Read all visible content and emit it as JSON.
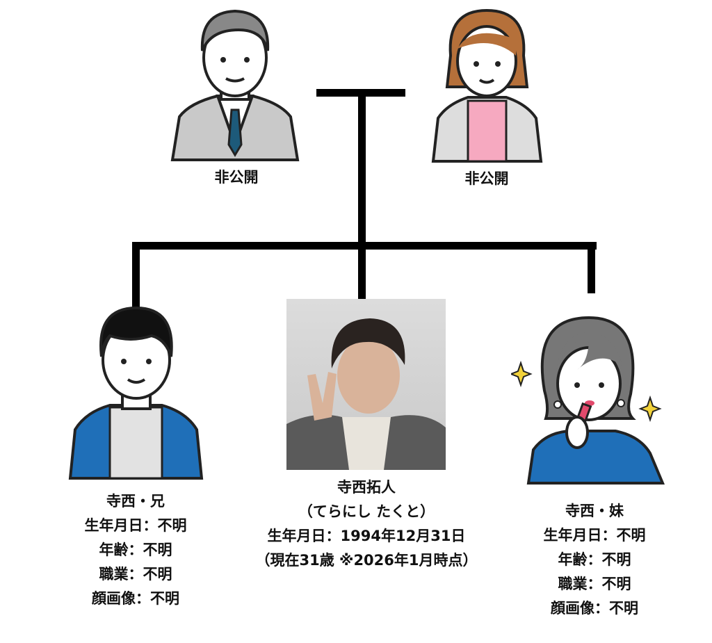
{
  "father": {
    "label": "非公開"
  },
  "mother": {
    "label": "非公開"
  },
  "brother": {
    "lines": [
      "寺西・兄",
      "生年月日：不明",
      "年齢：不明",
      "職業：不明",
      "顔画像：不明"
    ]
  },
  "self": {
    "lines": [
      "寺西拓人",
      "（てらにし たくと）",
      "生年月日：1994年12月31日",
      "（現在31歳 ※2026年1月時点）"
    ]
  },
  "sister": {
    "lines": [
      "寺西・妹",
      "生年月日：不明",
      "年齢：不明",
      "職業：不明",
      "顔画像：不明"
    ]
  }
}
